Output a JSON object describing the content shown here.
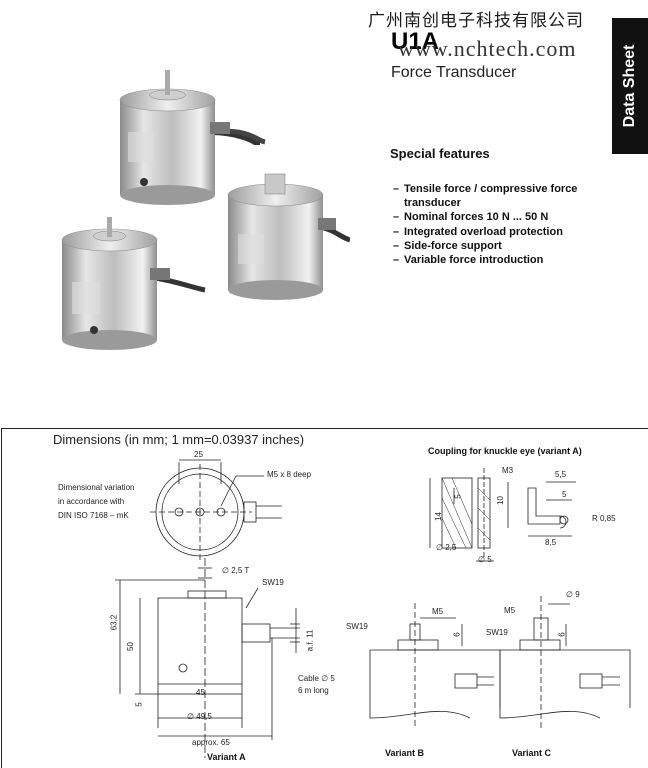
{
  "header": {
    "company": "广州南创电子科技有限公司",
    "url": "www.nchtech.com",
    "product": "U1A",
    "subtitle": "Force Transducer",
    "side_tab": "Data Sheet"
  },
  "features": {
    "title": "Special features",
    "items": [
      "Tensile force / compressive force transducer",
      "Nominal forces 10 N ... 50 N",
      "Integrated overload protection",
      "Side-force support",
      "Variable force introduction"
    ]
  },
  "drawings": {
    "dimensions_title": "Dimensions (in mm; 1 mm=0.03937 inches)",
    "coupling_title": "Coupling for knuckle eye (variant A)",
    "note_lines": [
      "Dimensional variation",
      "in accordance with",
      "DIN ISO 7168 – mK"
    ],
    "top_view": {
      "dim_width": "25",
      "thread": "M5 x 8 deep"
    },
    "variant_a": {
      "label": "Variant A",
      "sw": "SW19",
      "flatness": "∅ 2,5",
      "flatness_mark": "T",
      "height_total": "63,2",
      "height_body": "50",
      "base": "5",
      "inner": "45",
      "diameter": "∅ 49,5",
      "approx": "approx. 65",
      "cable_1": "Cable ∅ 5",
      "cable_2": "6 m long",
      "af": "a.f. 11"
    },
    "coupling": {
      "m3": "M3",
      "h5": "5",
      "h14": "14",
      "h10": "10",
      "d25": "∅ 2,5",
      "d5": "∅ 5",
      "w55": "5,5",
      "w5": "5",
      "r": "R 0,85",
      "w85": "8,5"
    },
    "variant_b": {
      "label": "Variant B",
      "sw": "SW19",
      "thread": "M5",
      "h": "6"
    },
    "variant_c": {
      "label": "Variant C",
      "sw": "SW19",
      "thread": "M5",
      "d": "∅ 9",
      "h": "6"
    }
  }
}
